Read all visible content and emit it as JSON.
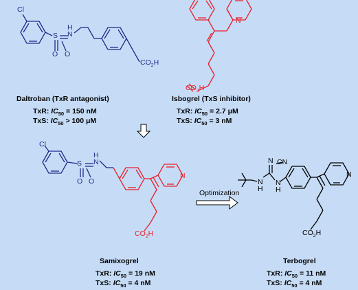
{
  "colors": {
    "background": "#c6dcf6",
    "blue": "#1f2a8a",
    "red": "#e8202a",
    "black": "#000000"
  },
  "compounds": [
    {
      "id": "daltroban",
      "name": "Daltroban (TxR antagonist)",
      "activities": [
        {
          "target": "TxR:",
          "ic": "IC",
          "sub": "50",
          "rel": "=",
          "value": "150 nM"
        },
        {
          "target": "TxS:",
          "ic": "IC",
          "sub": "50",
          "rel": ">",
          "value": "100 μM"
        }
      ]
    },
    {
      "id": "isbogrel",
      "name": "Isbogrel (TxS inhibitor)",
      "activities": [
        {
          "target": "TxR:",
          "ic": "IC",
          "sub": "50",
          "rel": "=",
          "value": "2.7 μM"
        },
        {
          "target": "TxS:",
          "ic": "IC",
          "sub": "50",
          "rel": "=",
          "value": "3 nM"
        }
      ]
    },
    {
      "id": "samixogrel",
      "name": "Samixogrel",
      "activities": [
        {
          "target": "TxR:",
          "ic": "IC",
          "sub": "50",
          "rel": "=",
          "value": "19 nM"
        },
        {
          "target": "TxS:",
          "ic": "IC",
          "sub": "50",
          "rel": "=",
          "value": "4 nM"
        }
      ]
    },
    {
      "id": "terbogrel",
      "name": "Terbogrel",
      "activities": [
        {
          "target": "TxR:",
          "ic": "IC",
          "sub": "50",
          "rel": "=",
          "value": "11 nM"
        },
        {
          "target": "TxS:",
          "ic": "IC",
          "sub": "50",
          "rel": "=",
          "value": "4 nM"
        }
      ]
    }
  ],
  "arrow_label": "Optimization",
  "atoms": {
    "cl": "Cl",
    "s": "S",
    "o": "O",
    "h": "H",
    "n": "N",
    "co2h": "CO",
    "co2h_sub": "2",
    "co2h_end": "H",
    "cn": "CN"
  }
}
